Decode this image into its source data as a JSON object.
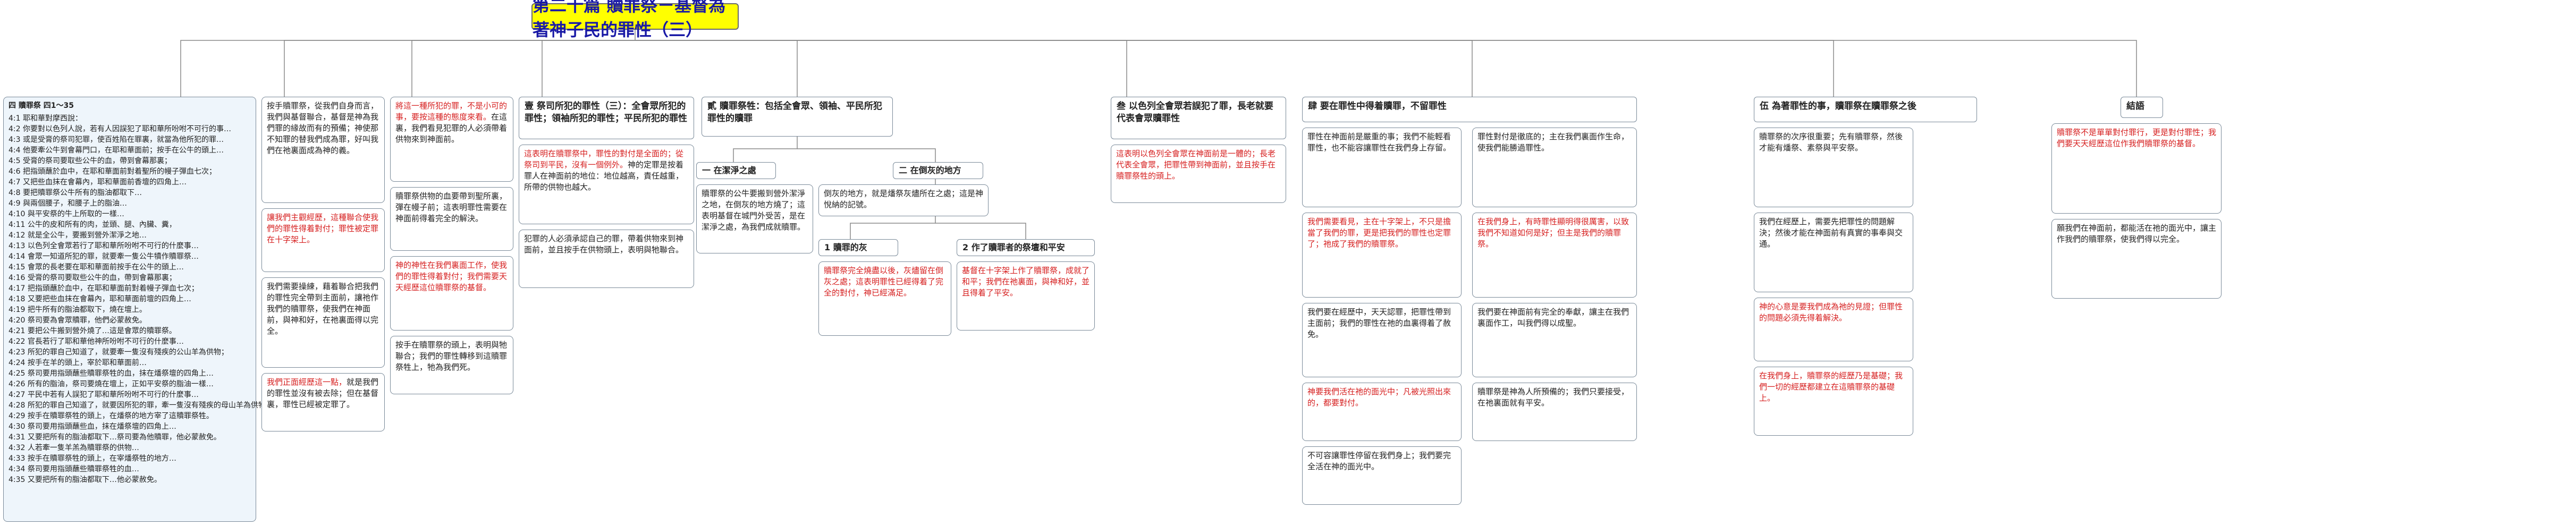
{
  "title": "第二十篇 贖罪祭－基督為著神子民的罪性（三）",
  "outline": {
    "heading": "四 贖罪祭 四1～35",
    "lines": [
      "4:1 耶和華對摩西說：",
      "4:2 你要對以色列人說，若有人因誤犯了耶和華所吩咐不可行的事…",
      "4:3 或是受膏的祭司犯罪，使百姓陷在罪裏，就當為他所犯的罪…",
      "4:4 他要牽公牛到會幕門口，在耶和華面前；按手在公牛的頭上…",
      "4:5 受膏的祭司要取些公牛的血，帶到會幕那裏；",
      "4:6 把指頭蘸於血中，在耶和華面前對着聖所的幔子彈血七次；",
      "4:7 又把些血抹在會幕內，耶和華面前香壇的四角上…",
      "4:8 要把贖罪祭公牛所有的脂油都取下…",
      "4:9 與兩個腰子，和腰子上的脂油…",
      "4:10 與平安祭的牛上所取的一樣…",
      "4:11 公牛的皮和所有的肉，並頭、腿、內臟、糞，",
      "4:12 就是全公牛，要搬到營外潔淨之地…",
      "4:13 以色列全會眾若行了耶和華所吩咐不可行的什麼事…",
      "4:14 會眾一知道所犯的罪，就要牽一隻公牛犢作贖罪祭…",
      "4:15 會眾的長老要在耶和華面前按手在公牛的頭上…",
      "4:16 受膏的祭司要取些公牛的血，帶到會幕那裏；",
      "4:17 把指頭蘸於血中，在耶和華面前對着幔子彈血七次；",
      "4:18 又要把些血抹在會幕內，耶和華面前壇的四角上…",
      "4:19 把牛所有的脂油都取下，燒在壇上。",
      "4:20 祭司要為會眾贖罪，他們必蒙赦免。",
      "4:21 要把公牛搬到營外燒了…這是會眾的贖罪祭。",
      "4:22 官長若行了耶和華他神所吩咐不可行的什麼事…",
      "4:23 所犯的罪自己知道了，就要牽一隻沒有殘疾的公山羊為供物；",
      "4:24 按手在羊的頭上，宰於耶和華面前…",
      "4:25 祭司要用指頭蘸些贖罪祭牲的血，抹在燔祭壇的四角上…",
      "4:26 所有的脂油，祭司要燒在壇上，正如平安祭的脂油一樣…",
      "4:27 平民中若有人誤犯了耶和華所吩咐不可行的什麼事…",
      "4:28 所犯的罪自己知道了，就要因所犯的罪，牽一隻沒有殘疾的母山羊為供物；",
      "4:29 按手在贖罪祭牲的頭上，在燔祭的地方宰了這贖罪祭牲。",
      "4:30 祭司要用指頭蘸些血，抹在燔祭壇的四角上…",
      "4:31 又要把所有的脂油都取下…祭司要為他贖罪，他必蒙赦免。",
      "4:32 人若牽一隻羊羔為贖罪祭的供物…",
      "4:33 按手在贖罪祭牲的頭上，在宰燔祭牲的地方…",
      "4:34 祭司要用指頭蘸些贖罪祭牲的血…",
      "4:35 又要把所有的脂油都取下…他必蒙赦免。"
    ]
  },
  "col1": {
    "a": "按手贖罪祭，從我們自身而言，我們與基督聯合，基督是神為我們罪的緣故而有的預備；神使那不知罪的替我們成為罪，好叫我們在祂裏面成為神的義。",
    "b_red": "讓我們主觀經歷，這種聯合使我們的罪性得着對付；罪性被定罪在十字架上。",
    "c": "我們需要操練，藉着聯合把我們的罪性完全帶到主面前，讓祂作我們的贖罪祭，使我們在神面前，與神和好，在祂裏面得以完全。",
    "d_red": "我們正面經歷這一點，",
    "d": "就是我們的罪性並沒有被去除；但在基督裏，罪性已經被定罪了。"
  },
  "col2": {
    "a_red": "將這一種所犯的罪，不是小可的事，要按這種的態度來看。",
    "a": "在這裏，我們看見犯罪的人必須帶着供物來到神面前。",
    "b": "贖罪祭供物的血要帶到聖所裏，彈在幔子前；這表明罪性需要在神面前得着完全的解決。",
    "c_red": "神的神性在我們裏面工作，使我們的罪性得着對付；我們需要天天經歷這位贖罪祭的基督。",
    "d": "按手在贖罪祭的頭上，表明與牠聯合；我們的罪性轉移到這贖罪祭牲上，牠為我們死。"
  },
  "h1": "壹 祭司所犯的罪性（三）：全會眾所犯的罪性；領袖所犯的罪性；平民所犯的罪性",
  "h1_body": {
    "a_red": "這表明在贖罪祭中，罪性的對付是全面的；從祭司到平民，沒有一個例外。",
    "a": "神的定罪是按着罪人在神面前的地位：地位越高，責任越重，所帶的供物也越大。",
    "b": "犯罪的人必須承認自己的罪，帶着供物來到神面前，並且按手在供物頭上，表明與牠聯合。"
  },
  "h2": "貳 贖罪祭牲：包括全會眾、領袖、平民所犯罪性的贖罪",
  "h2_sub1": "一 在潔淨之處",
  "h2_sub1_body": "贖罪祭的公牛要搬到營外潔淨之地，在倒灰的地方燒了；這表明基督在城門外受苦，是在潔淨之處，為我們成就贖罪。",
  "h2_sub2": "二 在倒灰的地方",
  "h2_sub2_body": "倒灰的地方，就是燔祭灰燼所在之處；這是神悅納的記號。",
  "h2_k1": "1 贖罪的灰",
  "h2_k1_body": "贖罪祭完全燒盡以後，灰燼留在倒灰之處；這表明罪性已經得着了完全的對付，神已經滿足。",
  "h2_k2": "2 作了贖罪者的祭壇和平安",
  "h2_k2_body": "基督在十字架上作了贖罪祭，成就了和平；我們在祂裏面，與神和好，並且得着了平安。",
  "h3": "叁 以色列全會眾若誤犯了罪，長老就要代表會眾贖罪性",
  "h3_body": "這表明以色列全會眾在神面前是一體的；長老代表全會眾，把罪性帶到神面前，並且按手在贖罪祭牲的頭上。",
  "h4": "肆 要在罪性中得着贖罪，不留罪性",
  "h4_colA": {
    "a": "罪性在神面前是嚴重的事；我們不能輕看罪性，也不能容讓罪性在我們身上存留。",
    "b_red": "我們需要看見，主在十字架上，不只是擔當了我們的罪，更是把我們的罪性也定罪了；祂成了我們的贖罪祭。",
    "c": "我們要在經歷中，天天認罪，把罪性帶到主面前；我們的罪性在祂的血裏得着了赦免。",
    "d_red": "神要我們活在祂的面光中；凡被光照出來的，都要對付。",
    "e": "不可容讓罪性停留在我們身上；我們要完全活在神的面光中。"
  },
  "h4_colB": {
    "a": "罪性對付是徹底的；主在我們裏面作生命，使我們能勝過罪性。",
    "b_red": "在我們身上，有時罪性顯明得很厲害，以致我們不知道如何是好；但主是我們的贖罪祭。",
    "c": "我們要在神面前有完全的奉獻，讓主在我們裏面作工，叫我們得以成聖。",
    "d": "贖罪祭是神為人所預備的；我們只要接受，在祂裏面就有平安。"
  },
  "h5": "伍 為著罪性的事，贖罪祭在贖罪祭之後",
  "h5_body": {
    "a": "贖罪祭的次序很重要；先有贖罪祭，然後才能有燔祭、素祭與平安祭。",
    "b": "我們在經歷上，需要先把罪性的問題解決；然後才能在神面前有真實的事奉與交通。",
    "c_red": "神的心意是要我們成為祂的見證；但罪性的問題必須先得着解決。",
    "d_red": "在我們身上，贖罪祭的經歷乃是基礎；我們一切的經歷都建立在這贖罪祭的基礎上。"
  },
  "h6": "結語",
  "h6_body": {
    "a_red": "贖罪祭不是單單對付罪行，更是對付罪性；我們要天天經歷這位作我們贖罪祭的基督。",
    "b": "願我們在神面前，都能活在祂的面光中，讓主作我們的贖罪祭，使我們得以完全。"
  }
}
